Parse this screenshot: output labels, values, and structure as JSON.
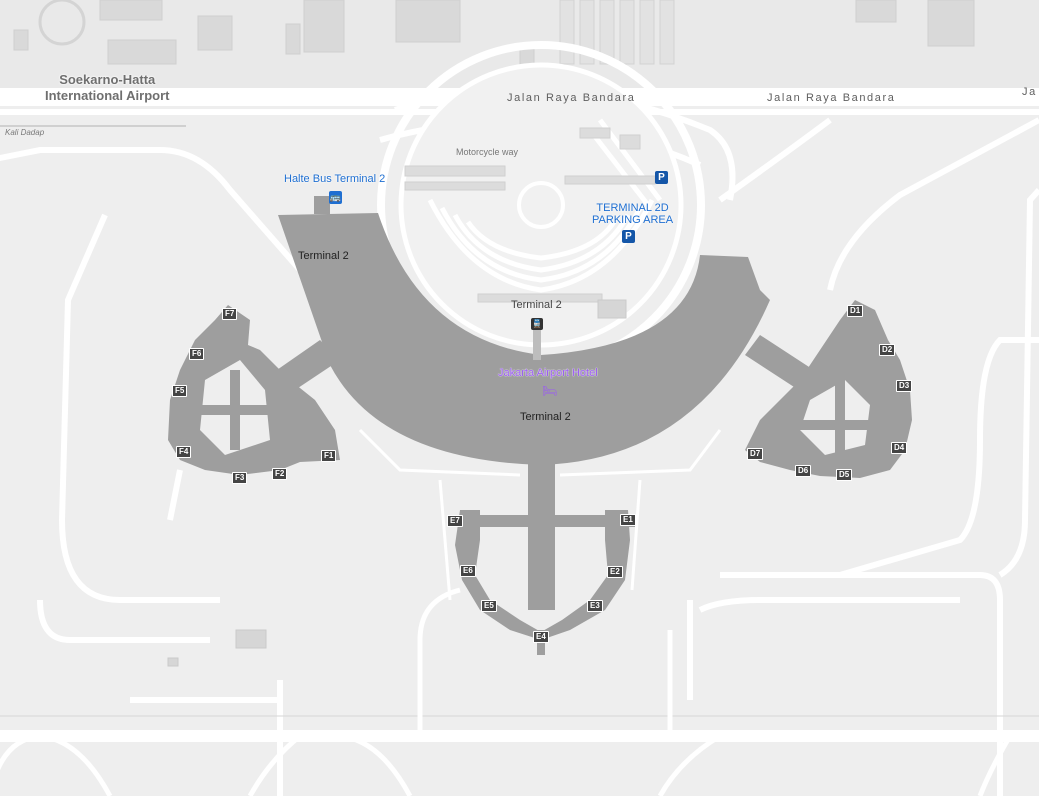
{
  "map": {
    "airport_name_line1": "Soekarno-Hatta",
    "airport_name_line2": "International Airport",
    "roads": {
      "main_left": "Jalan Raya Bandara",
      "main_right": "Jalan Raya Bandara",
      "main_edge": "Ja",
      "motorcycle": "Motorcycle way"
    },
    "river": "Kali Dadap",
    "bus_stop": "Halte Bus Terminal 2",
    "parking_line1": "TERMINAL 2D",
    "parking_line2": "PARKING AREA",
    "parking_symbol": "P",
    "terminal_main": "Terminal 2",
    "terminal_station": "Terminal 2",
    "terminal_center": "Terminal 2",
    "hotel": "Jakarta Airport Hotel",
    "gates": {
      "f1": "F1",
      "f2": "F2",
      "f3": "F3",
      "f4": "F4",
      "f5": "F5",
      "f6": "F6",
      "f7": "F7",
      "e1": "E1",
      "e2": "E2",
      "e3": "E3",
      "e4": "E4",
      "e5": "E5",
      "e6": "E6",
      "e7": "E7",
      "d1": "D1",
      "d2": "D2",
      "d3": "D3",
      "d4": "D4",
      "d5": "D5",
      "d6": "D6",
      "d7": "D7"
    },
    "colors": {
      "background": "#eeeeee",
      "road": "#ffffff",
      "building": "#9e9e9e",
      "poi_blue": "#1f6fd1",
      "hotel_purple": "#9a5cf0"
    },
    "icons": [
      "bus-icon",
      "parking-icon",
      "train-icon",
      "hotel-icon"
    ]
  }
}
